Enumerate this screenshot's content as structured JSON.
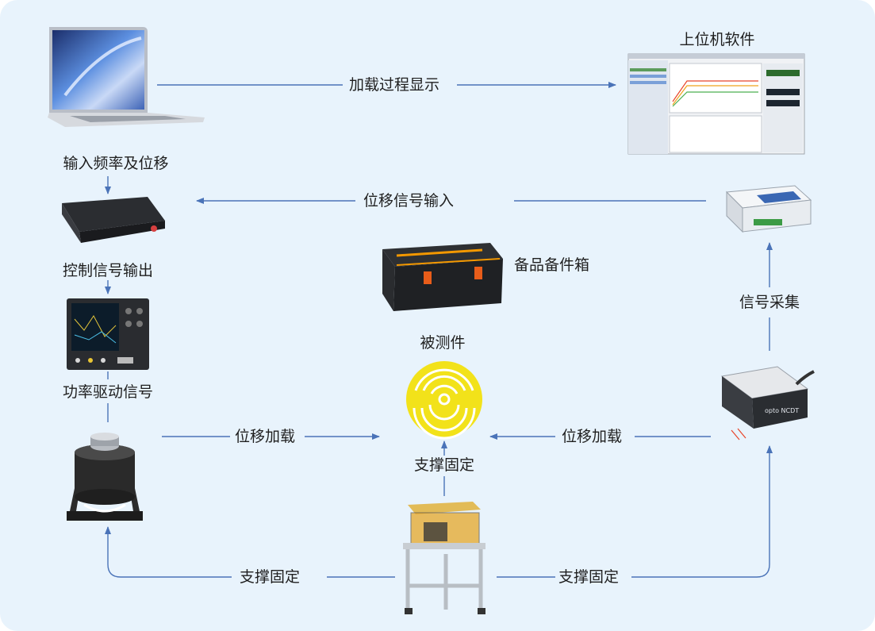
{
  "colors": {
    "background": "#e8f3fc",
    "arrow": "#4a73b8",
    "accent_orange": "#f39800",
    "fixture_yellow": "#f2e21a"
  },
  "labels": {
    "loading_display": "加载过程显示",
    "input_freq_disp": "输入频率及位移",
    "host_software": "上位机软件",
    "disp_signal_input": "位移信号输入",
    "control_signal_output": "控制信号输出",
    "spare_parts_box": "备品备件箱",
    "signal_acquisition": "信号采集",
    "dut": "被测件",
    "power_drive_signal": "功率驱动信号",
    "disp_load_left": "位移加载",
    "disp_load_right": "位移加载",
    "support_fix_center": "支撑固定",
    "support_fix_left": "支撑固定",
    "support_fix_right": "支撑固定"
  },
  "devices": {
    "laptop": {
      "icon": "laptop-icon"
    },
    "software": {
      "icon": "software-screenshot-icon"
    },
    "controller": {
      "icon": "controller-box-icon"
    },
    "daq": {
      "icon": "daq-module-icon"
    },
    "oscilloscope": {
      "icon": "power-amplifier-icon"
    },
    "case": {
      "icon": "equipment-case-icon"
    },
    "dut": {
      "icon": "test-part-disc-icon"
    },
    "shaker": {
      "icon": "vibration-shaker-icon"
    },
    "laser": {
      "icon": "laser-sensor-icon",
      "brand": "opto NCDT"
    },
    "frame": {
      "icon": "support-frame-icon"
    }
  }
}
